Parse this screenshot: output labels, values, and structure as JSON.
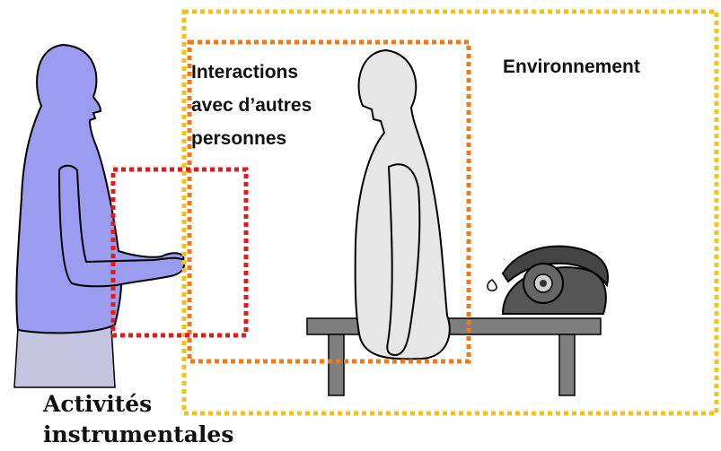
{
  "labels": {
    "interactions": [
      "Interactions",
      "avec d’autres",
      "personnes"
    ],
    "environment": "Environnement",
    "activities": [
      "Activités",
      "instrumentales"
    ]
  },
  "icons": {
    "left_person": "person-silhouette-icon",
    "right_person": "seated-person-silhouette-icon",
    "telephone": "rotary-telephone-icon",
    "table": "table-icon"
  },
  "colors": {
    "environment_box": "#f2c21b",
    "interactions_box": "#f07a1a",
    "activities_box": "#e01b1b",
    "left_person": "#9b9cf0",
    "left_person_legs": "#c4c4e0",
    "right_person": "#e6e6e6",
    "table": "#7f7f7f",
    "telephone": "#555555"
  }
}
